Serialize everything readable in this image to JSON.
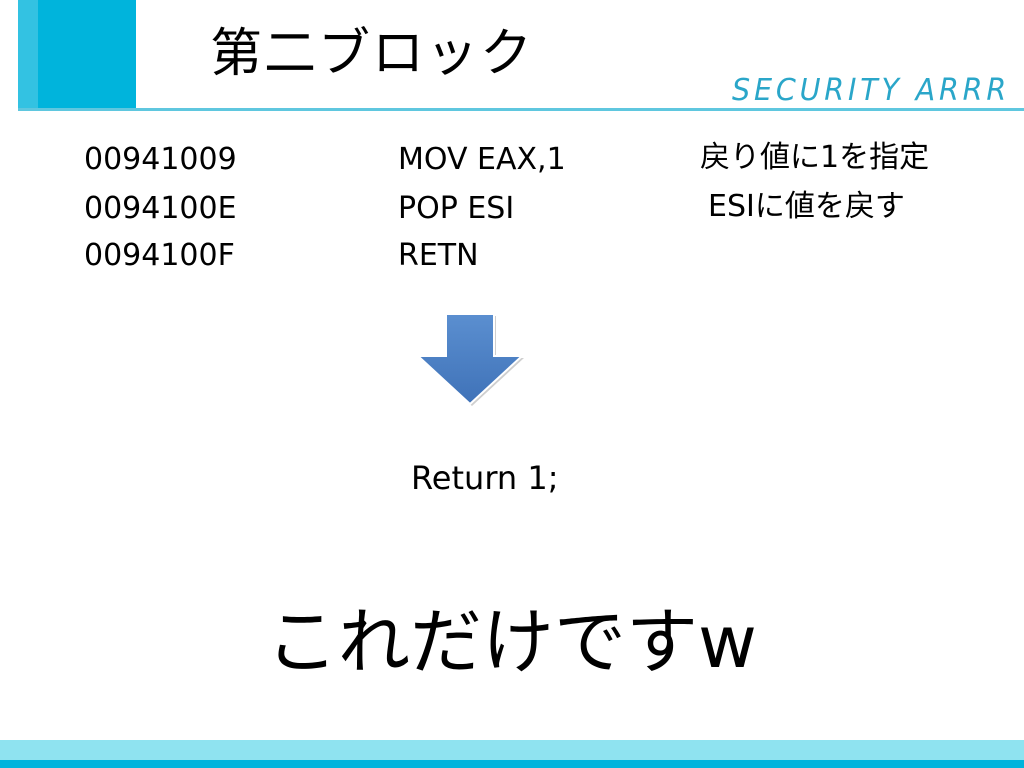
{
  "slide": {
    "title": "第二ブロック",
    "logo_text": "SECURITY ARRR",
    "code_lines": [
      {
        "address": "00941009",
        "instruction": "MOV EAX,1",
        "comment": "戻り値に1を指定"
      },
      {
        "address": "0094100E",
        "instruction": "POP ESI",
        "comment": "ESIに値を戻す"
      },
      {
        "address": "0094100F",
        "instruction": "RETN",
        "comment": ""
      }
    ],
    "arrow_icon": "down-arrow-icon",
    "result_text": "Return 1;",
    "closing_text": "これだけですw"
  },
  "colors": {
    "accent": "#00b4dc",
    "accent_light": "#8fe3f0",
    "arrow_fill": "#4f81bd",
    "logo_text": "#2aa6c9"
  }
}
